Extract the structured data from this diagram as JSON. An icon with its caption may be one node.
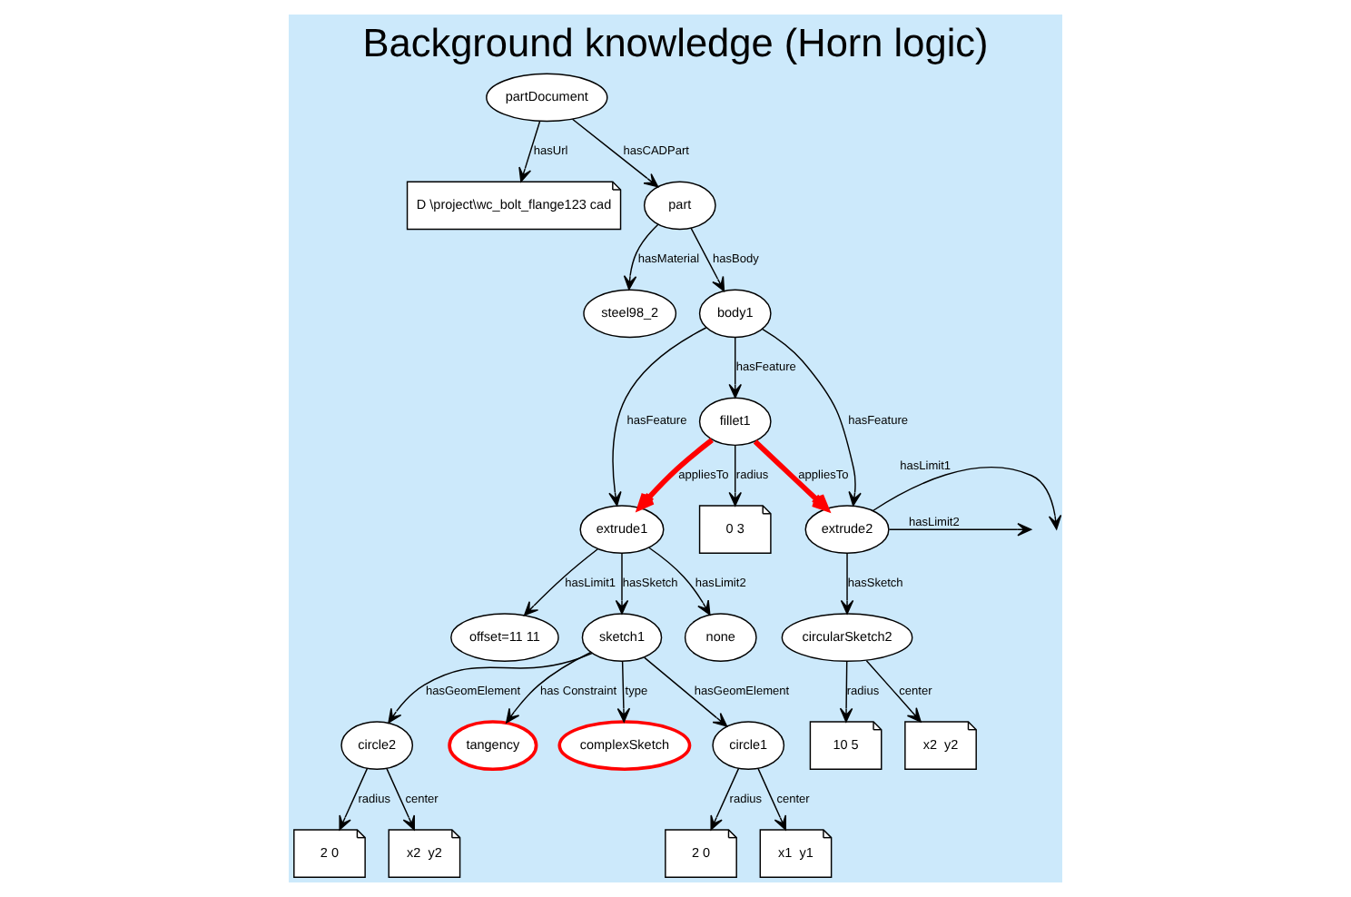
{
  "diagram": {
    "title": "Background knowledge (Horn logic)",
    "nodes": [
      {
        "text": [
          "partDocument"
        ]
      },
      {
        "text": [
          "D \\project\\wc_bolt_flange123 cad"
        ]
      },
      {
        "text": [
          "part"
        ]
      },
      {
        "text": [
          "steel98_2"
        ]
      },
      {
        "text": [
          "extrude1"
        ]
      },
      {
        "text": [
          "body1"
        ]
      },
      {
        "text": [
          "none"
        ]
      },
      {
        "text": [
          "offset=11 11"
        ]
      },
      {
        "text": [
          "sketch1"
        ]
      },
      {
        "text": [
          "complexSketch"
        ]
      },
      {
        "text": [
          "circle1"
        ]
      },
      {
        "text": [
          "circle2"
        ]
      },
      {
        "text": [
          "2 0"
        ]
      },
      {
        "text": [
          "x1  y1"
        ]
      },
      {
        "text": [
          "2 0"
        ]
      },
      {
        "text": [
          "x2  y2"
        ]
      },
      {
        "text": [
          "tangency"
        ]
      },
      {
        "text": [
          "extrude2"
        ]
      },
      {
        "text": [
          "circularSketch2"
        ]
      },
      {
        "text": [
          "fillet1"
        ]
      },
      {
        "text": [
          "10 5"
        ]
      },
      {
        "text": [
          "x2  y2"
        ]
      },
      {
        "text": [
          "0 3"
        ]
      }
    ],
    "edges": [
      {
        "from": 0,
        "to": 1,
        "arrow": "to",
        "label": "hasUrl"
      },
      {
        "from": 0,
        "to": 2,
        "arrow": "to",
        "label": "hasCADPart"
      },
      {
        "from": 2,
        "to": 3,
        "arrow": "to",
        "label": "hasMaterial"
      },
      {
        "from": 2,
        "to": 5,
        "arrow": "to",
        "label": "hasBody"
      },
      {
        "from": 5,
        "to": 4,
        "arrow": "to",
        "label": "hasFeature"
      },
      {
        "from": 4,
        "to": 6,
        "arrow": "to",
        "label": "hasLimit2"
      },
      {
        "from": 4,
        "to": 7,
        "arrow": "to",
        "label": "hasLimit1"
      },
      {
        "from": 4,
        "to": 8,
        "arrow": "to",
        "label": "hasSketch"
      },
      {
        "from": 8,
        "to": 9,
        "arrow": "to",
        "label": "type"
      },
      {
        "from": 8,
        "to": 10,
        "arrow": "to",
        "label": "hasGeomElement"
      },
      {
        "from": 8,
        "to": 11,
        "arrow": "to",
        "label": "hasGeomElement"
      },
      {
        "from": 8,
        "to": 16,
        "arrow": "to",
        "label": "has Constraint"
      },
      {
        "from": 10,
        "to": 12,
        "arrow": "to",
        "label": "radius"
      },
      {
        "from": 10,
        "to": 13,
        "arrow": "to",
        "label": "center"
      },
      {
        "from": 11,
        "to": 14,
        "arrow": "to",
        "label": "radius"
      },
      {
        "from": 11,
        "to": 15,
        "arrow": "to",
        "label": "center"
      },
      {
        "from": 5,
        "to": 17,
        "arrow": "to",
        "label": "hasFeature"
      },
      {
        "from": 5,
        "to": 19,
        "arrow": "to",
        "label": "hasFeature"
      },
      {
        "from": 17,
        "to": 18,
        "arrow": "to",
        "label": "hasSketch"
      },
      {
        "from": 17,
        "to": null,
        "arrow": "to",
        "label": "hasLimit1"
      },
      {
        "from": 17,
        "to": null,
        "arrow": "to",
        "label": "hasLimit2"
      },
      {
        "from": 18,
        "to": 20,
        "arrow": "to",
        "label": "radius"
      },
      {
        "from": 18,
        "to": 21,
        "arrow": "to",
        "label": "center"
      },
      {
        "from": 19,
        "to": 22,
        "arrow": "to",
        "label": "radius"
      },
      {
        "from": 19,
        "to": 17,
        "arrow": "to",
        "label": "appliesTo",
        "style": "thick",
        "color": "#ff0000"
      },
      {
        "from": 19,
        "to": 4,
        "arrow": "to",
        "label": "appliesTo",
        "style": "thick",
        "color": "#ff0000"
      }
    ]
  }
}
